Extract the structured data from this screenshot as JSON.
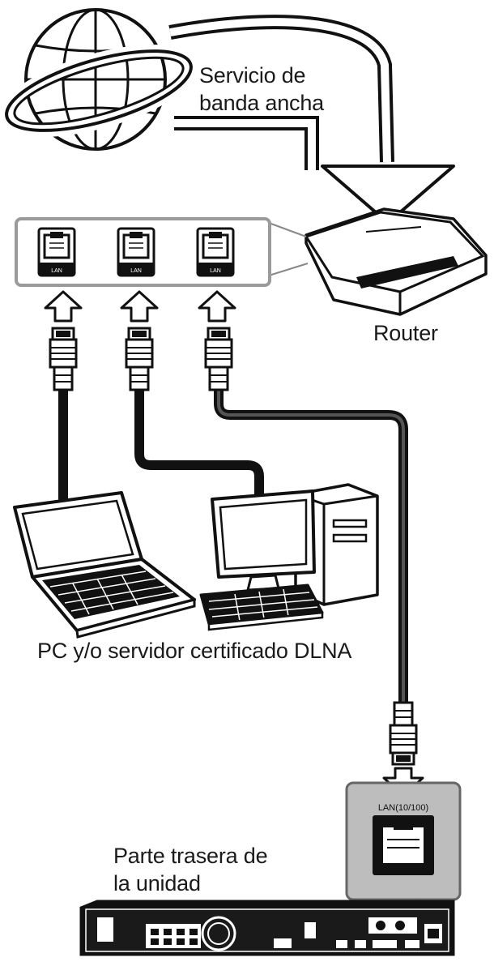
{
  "labels": {
    "broadband": [
      "Servicio de",
      "banda ancha"
    ],
    "router": "Router",
    "pc": "PC y/o servidor certificado DLNA",
    "unit_rear": [
      "Parte trasera de",
      "la unidad"
    ]
  },
  "ports": {
    "router_port": "LAN",
    "unit_port": "LAN(10/100)"
  },
  "colors": {
    "ink": "#111111",
    "panel_gray": "#bdbdbd",
    "light_gray": "#e6e6e6"
  }
}
